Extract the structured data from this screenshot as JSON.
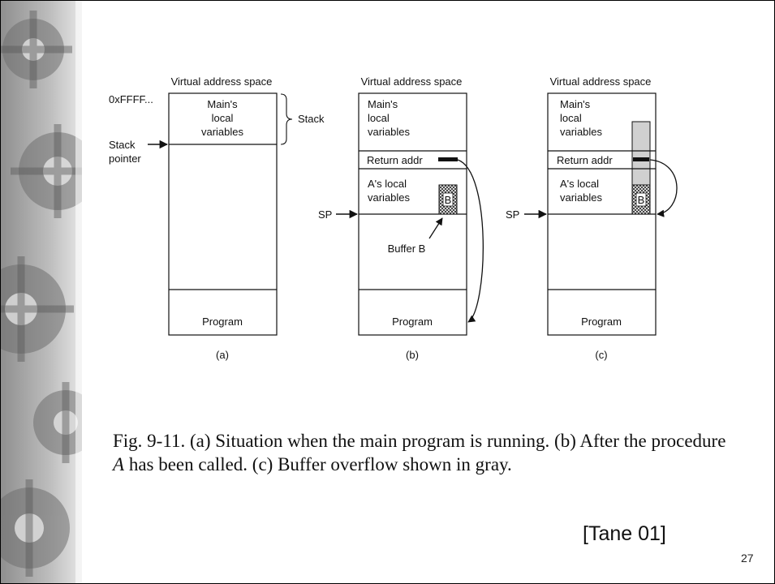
{
  "diagram": {
    "panel_a": {
      "header": "Virtual address space",
      "top_address": "0xFFFF...",
      "stack_region": [
        "Main's",
        "local",
        "variables"
      ],
      "stack_brace_label": "Stack",
      "stack_pointer_label": [
        "Stack",
        "pointer"
      ],
      "program_label": "Program",
      "caption": "(a)"
    },
    "panel_b": {
      "header": "Virtual address space",
      "main_region": [
        "Main's",
        "local",
        "variables"
      ],
      "return_addr_label": "Return addr",
      "local_region": [
        "A's local",
        "variables"
      ],
      "buffer_tag": "B",
      "sp_label": "SP",
      "buffer_callout": "Buffer B",
      "program_label": "Program",
      "caption": "(b)"
    },
    "panel_c": {
      "header": "Virtual address space",
      "main_region": [
        "Main's",
        "local",
        "variables"
      ],
      "return_addr_label": "Return addr",
      "local_region": [
        "A's local",
        "variables"
      ],
      "buffer_tag": "B",
      "sp_label": "SP",
      "program_label": "Program",
      "caption": "(c)"
    }
  },
  "caption": {
    "part1": "Fig. 9-11. (a) Situation when the main program is running.  (b) After the procedure ",
    "procedure": "A",
    "part2": " has been called.  (c) Buffer overflow shown in gray."
  },
  "citation": "[Tane 01]",
  "page_number": "27",
  "colors": {
    "overflow_gray": "#d0d0d0",
    "ink": "#111111"
  }
}
